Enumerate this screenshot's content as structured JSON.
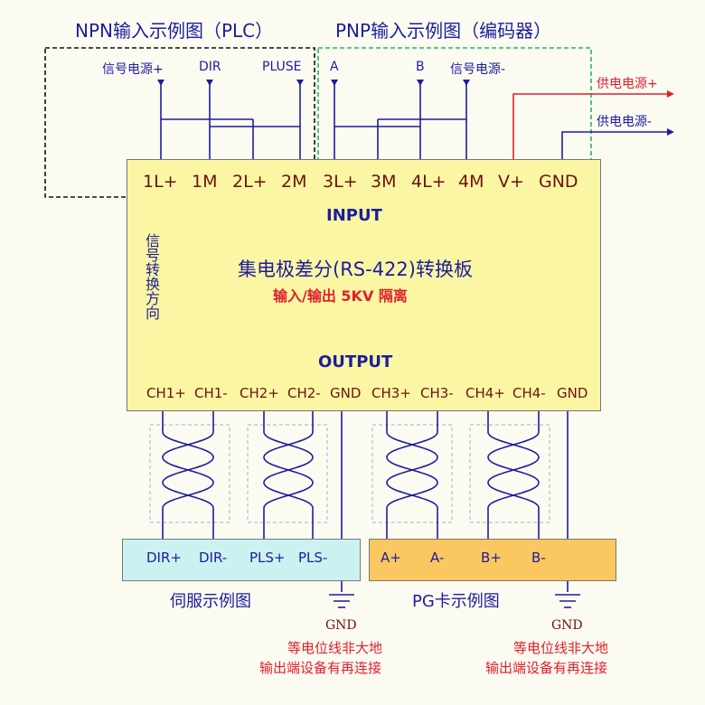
{
  "top": {
    "npn_title": "NPN输入示例图（PLC）",
    "pnp_title": "PNP输入示例图（编码器）"
  },
  "npn_signals": [
    "信号电源+",
    "DIR",
    "PLUSE"
  ],
  "pnp_signals": [
    "A",
    "B",
    "信号电源-"
  ],
  "power": {
    "plus": "供电电源+",
    "minus": "供电电源-"
  },
  "input_terminals": [
    "1L+",
    "1M",
    "2L+",
    "2M",
    "3L+",
    "3M",
    "4L+",
    "4M",
    "V+",
    "GND"
  ],
  "board": {
    "input_label": "INPUT",
    "title": "集电极差分(RS-422)转换板",
    "isolation": "输入/输出 5KV 隔离",
    "direction_label": "信号转换方向",
    "output_label": "OUTPUT"
  },
  "output_terminals": [
    "CH1+",
    "CH1-",
    "CH2+",
    "CH2-",
    "GND",
    "CH3+",
    "CH3-",
    "CH4+",
    "CH4-",
    "GND"
  ],
  "servo": {
    "terminals": [
      "DIR+",
      "DIR-",
      "PLS+",
      "PLS-"
    ],
    "caption": "伺服示例图"
  },
  "pg": {
    "terminals": [
      "A+",
      "A-",
      "B+",
      "B-"
    ],
    "caption": "PG卡示例图"
  },
  "ground_notes": {
    "gnd": "GND",
    "line1": "等电位线非大地",
    "line2": "输出端设备有再连接"
  },
  "colors": {
    "board": "#fbf6a4",
    "servo_box": "#ccf1f1",
    "pg_box": "#fbc761",
    "wire": "#1d1d9c",
    "power_plus": "#e0202a",
    "arrow": "#22cc22"
  }
}
